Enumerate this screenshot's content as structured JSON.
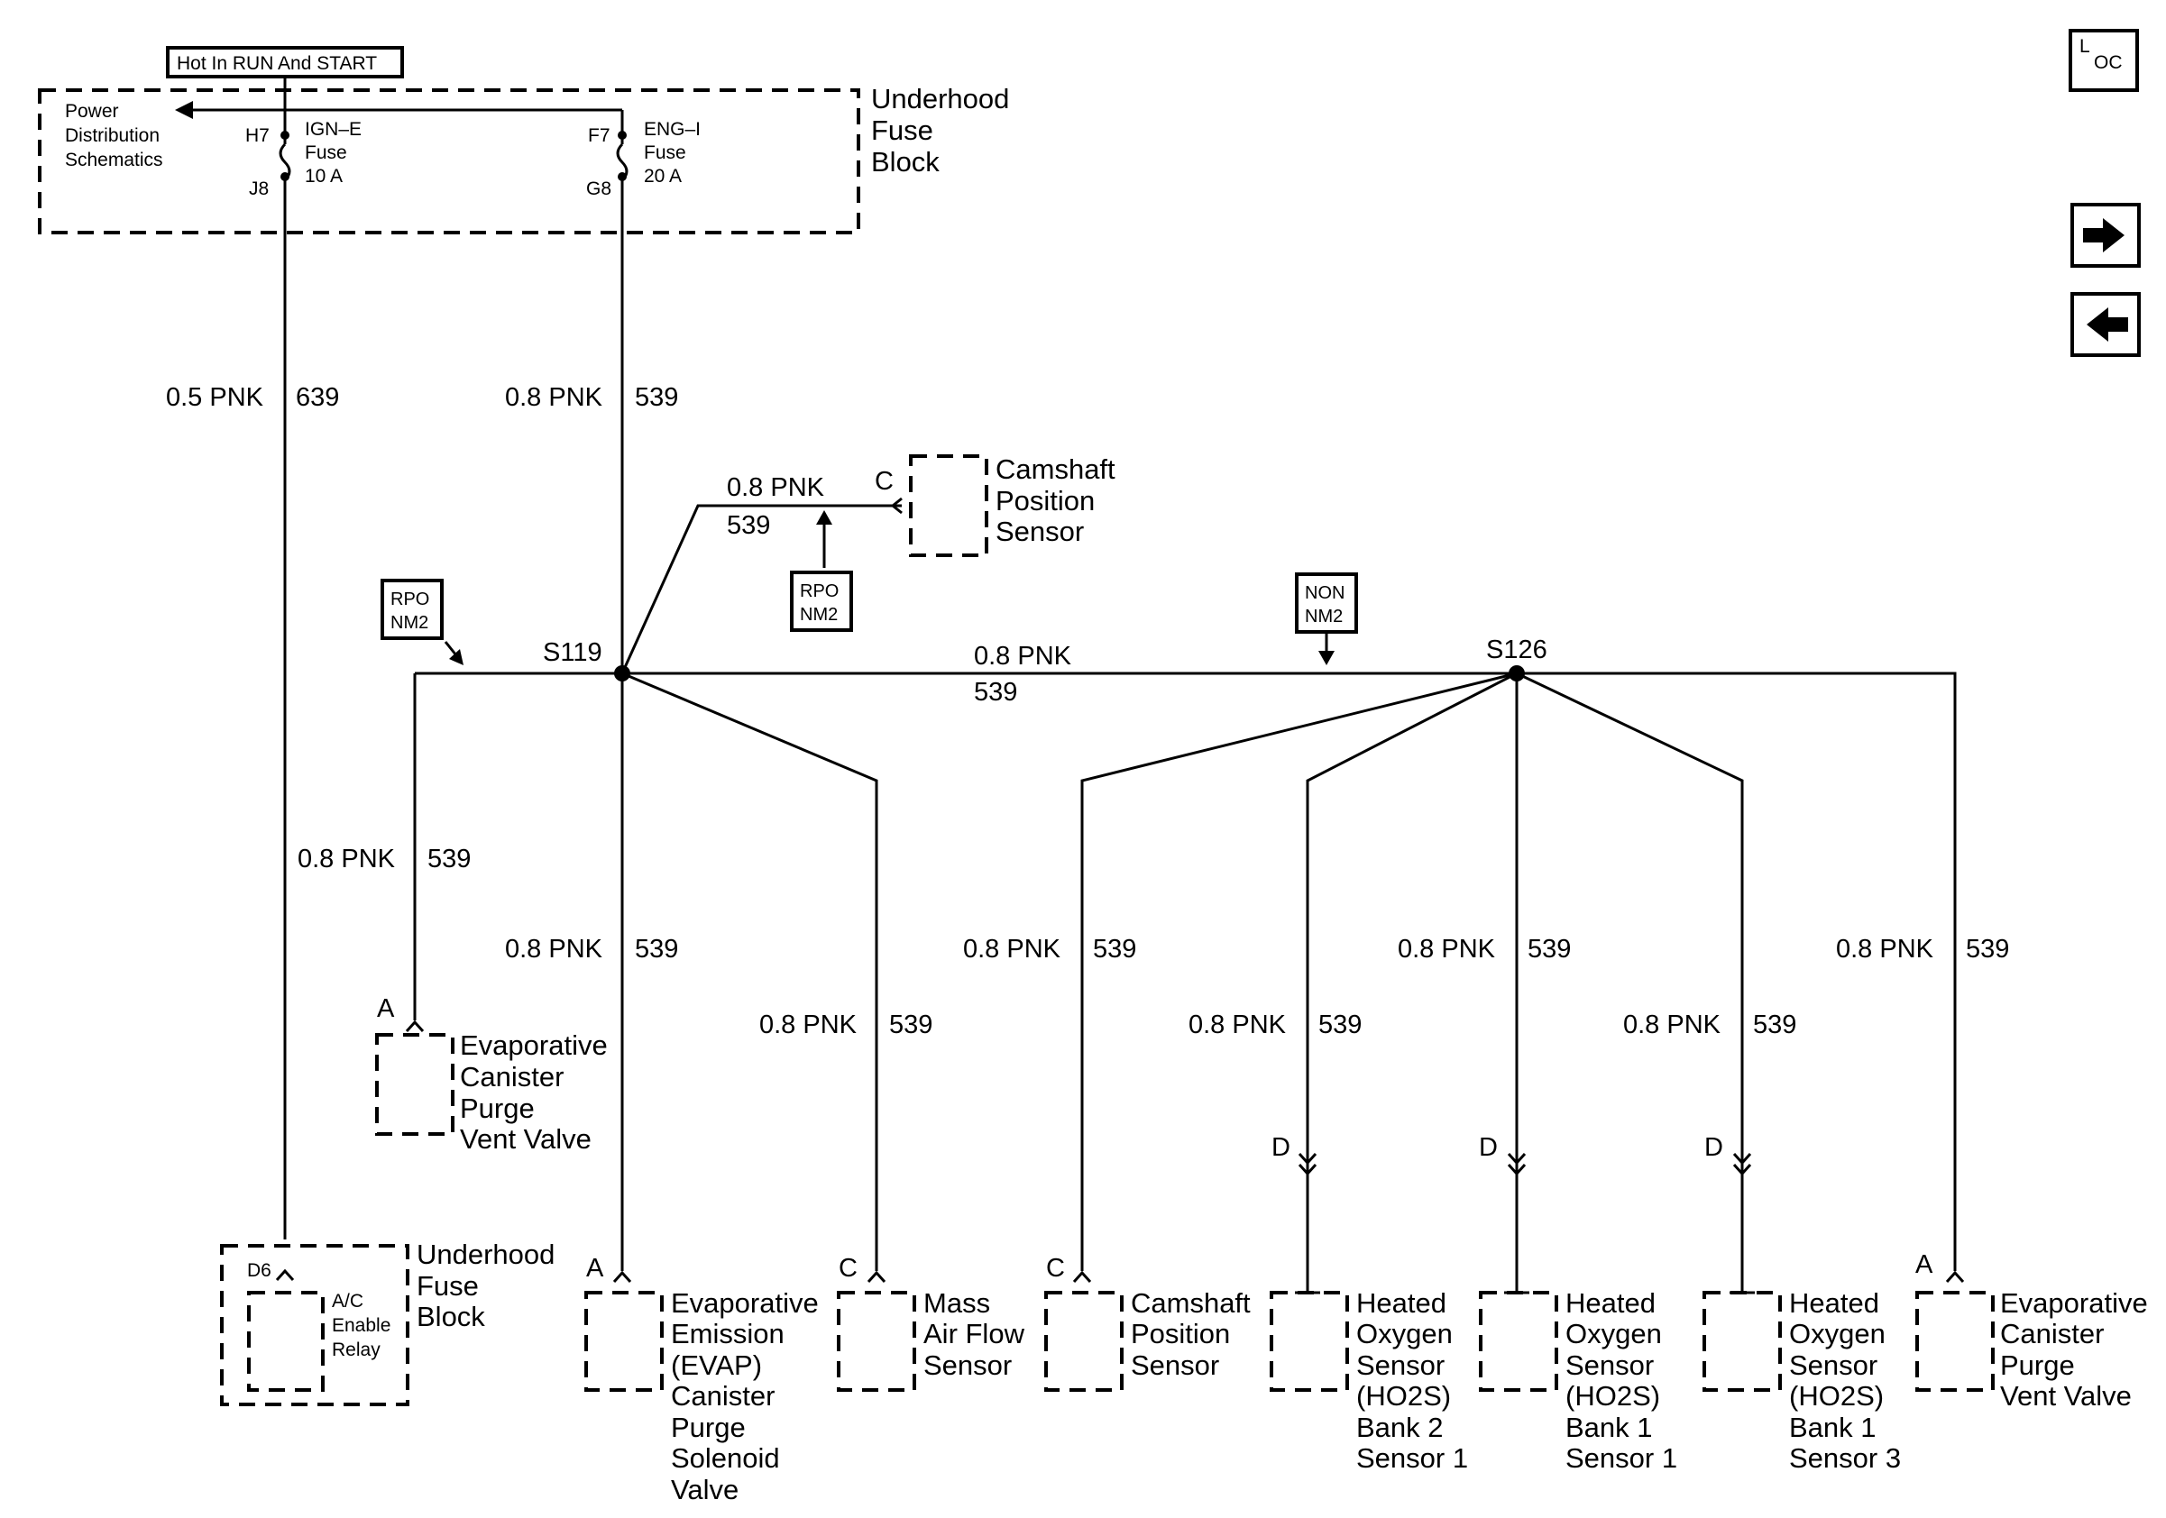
{
  "header": {
    "hot_label": "Hot In RUN And START",
    "loc_icon": "loc-icon",
    "loc_text_l": "L",
    "loc_text_oc": "OC",
    "next_icon": "arrow-right-icon",
    "prev_icon": "arrow-left-icon"
  },
  "fuse_block_top": {
    "title_lines": [
      "Underhood",
      "Fuse",
      "Block"
    ],
    "power_dist_lines": [
      "Power",
      "Distribution",
      "Schematics"
    ],
    "fuse1": {
      "in_pin": "H7",
      "out_pin": "J8",
      "lines": [
        "IGN–E",
        "Fuse",
        "10 A"
      ]
    },
    "fuse2": {
      "in_pin": "F7",
      "out_pin": "G8",
      "lines": [
        "ENG–I",
        "Fuse",
        "20 A"
      ]
    }
  },
  "wires": {
    "w639": {
      "size_color": "0.5 PNK",
      "circuit": "639"
    },
    "w539_main": {
      "size_color": "0.8 PNK",
      "circuit": "539"
    },
    "w539_cam_top": {
      "size_color": "0.8 PNK",
      "circuit": "539"
    },
    "w539_bus": {
      "size_color": "0.8 PNK",
      "circuit": "539"
    },
    "w539_evap_vent_left": {
      "size_color": "0.8 PNK",
      "circuit": "539"
    },
    "w539_evap_sol": {
      "size_color": "0.8 PNK",
      "circuit": "539"
    },
    "w539_maf": {
      "size_color": "0.8 PNK",
      "circuit": "539"
    },
    "w539_cam_bottom": {
      "size_color": "0.8 PNK",
      "circuit": "539"
    },
    "w539_ho2s_b2s1": {
      "size_color": "0.8 PNK",
      "circuit": "539"
    },
    "w539_ho2s_b1s1": {
      "size_color": "0.8 PNK",
      "circuit": "539"
    },
    "w539_ho2s_b1s3": {
      "size_color": "0.8 PNK",
      "circuit": "539"
    },
    "w539_evap_vent_right": {
      "size_color": "0.8 PNK",
      "circuit": "539"
    }
  },
  "splices": {
    "s119": "S119",
    "s126": "S126"
  },
  "option_tags": {
    "rpo_left": [
      "RPO",
      "NM2"
    ],
    "rpo_cam": [
      "RPO",
      "NM2"
    ],
    "non_nm2": [
      "NON",
      "NM2"
    ]
  },
  "components": {
    "cam_top": {
      "pin": "C",
      "lines": [
        "Camshaft",
        "Position",
        "Sensor"
      ]
    },
    "evap_vent_left": {
      "pin": "A",
      "lines": [
        "Evaporative",
        "Canister",
        "Purge",
        "Vent Valve"
      ]
    },
    "ac_relay_block": {
      "pin": "D6",
      "relay_lines": [
        "A/C",
        "Enable",
        "Relay"
      ],
      "title_lines": [
        "Underhood",
        "Fuse",
        "Block"
      ]
    },
    "evap_sol": {
      "pin": "A",
      "lines": [
        "Evaporative",
        "Emission",
        "(EVAP)",
        "Canister",
        "Purge",
        "Solenoid",
        "Valve"
      ]
    },
    "maf": {
      "pin": "C",
      "lines": [
        "Mass",
        "Air Flow",
        "Sensor"
      ]
    },
    "cam_bottom": {
      "pin": "C",
      "lines": [
        "Camshaft",
        "Position",
        "Sensor"
      ]
    },
    "ho2s_b2s1": {
      "pin": "D",
      "lines": [
        "Heated",
        "Oxygen",
        "Sensor",
        "(HO2S)",
        "Bank 2",
        "Sensor 1"
      ]
    },
    "ho2s_b1s1": {
      "pin": "D",
      "lines": [
        "Heated",
        "Oxygen",
        "Sensor",
        "(HO2S)",
        "Bank 1",
        "Sensor 1"
      ]
    },
    "ho2s_b1s3": {
      "pin": "D",
      "lines": [
        "Heated",
        "Oxygen",
        "Sensor",
        "(HO2S)",
        "Bank 1",
        "Sensor 3"
      ]
    },
    "evap_vent_right": {
      "pin": "A",
      "lines": [
        "Evaporative",
        "Canister",
        "Purge",
        "Vent Valve"
      ]
    }
  }
}
